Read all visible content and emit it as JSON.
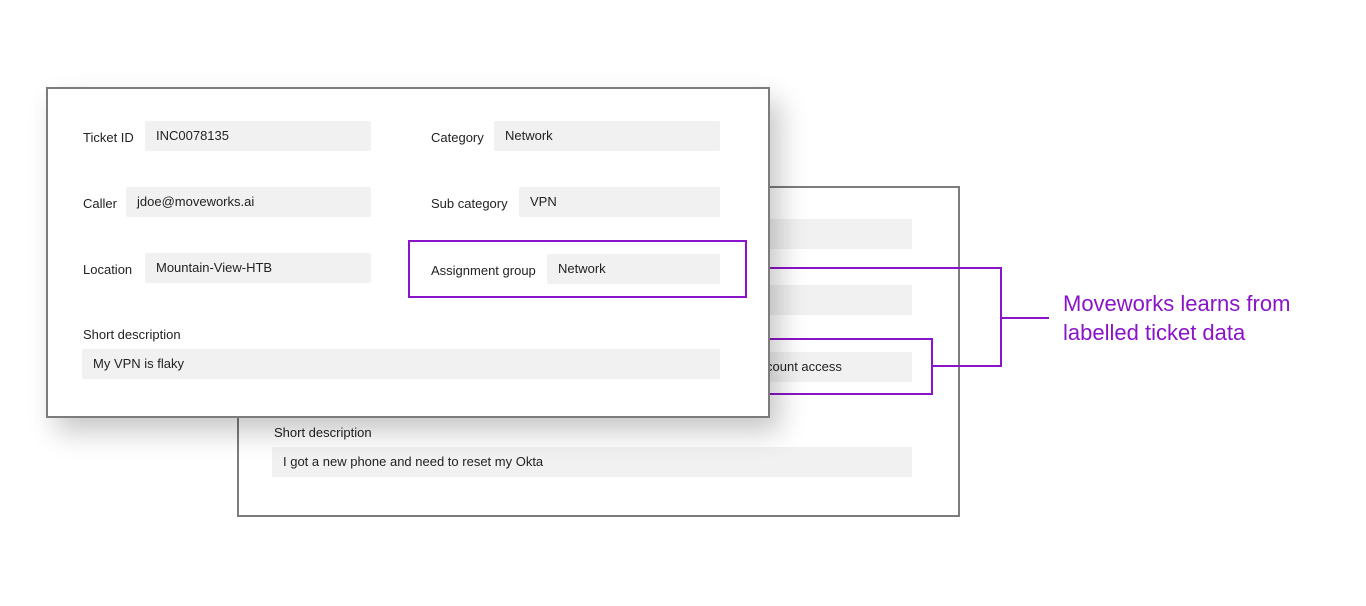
{
  "colors": {
    "accent": "#8a14c8",
    "card_border": "#7c7c7c",
    "field_background": "#f1f1f1",
    "text": "#222222"
  },
  "front_ticket": {
    "ticket_id": {
      "label": "Ticket ID",
      "value": "INC0078135"
    },
    "category": {
      "label": "Category",
      "value": "Network"
    },
    "caller": {
      "label": "Caller",
      "value": "jdoe@moveworks.ai"
    },
    "sub_category": {
      "label": "Sub category",
      "value": "VPN"
    },
    "location": {
      "label": "Location",
      "value": "Mountain-View-HTB"
    },
    "assignment_group": {
      "label": "Assignment group",
      "value": "Network"
    },
    "short_description": {
      "label": "Short description",
      "value": "My VPN is flaky"
    }
  },
  "back_ticket": {
    "row3_value_partial": "count access",
    "short_description": {
      "label": "Short description",
      "value": "I got a new phone and need to reset my Okta"
    }
  },
  "callout": {
    "line1": "Moveworks learns from",
    "line2": "labelled ticket data"
  }
}
